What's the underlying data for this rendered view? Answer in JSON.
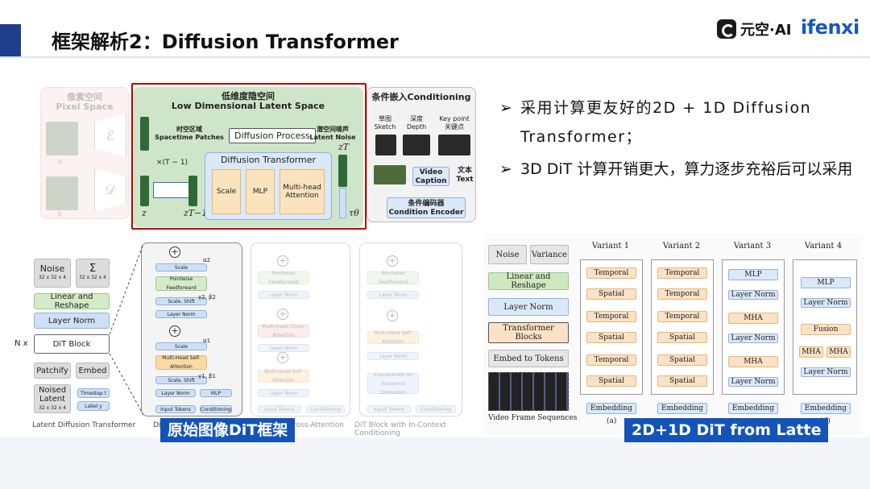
{
  "header": {
    "title": "框架解析2：Diffusion Transformer",
    "logo_brand": "元空·AI",
    "logo_ifenxi": "ifenxi"
  },
  "top_diagram": {
    "pixel_space_cn": "像素空间",
    "pixel_space_en": "Pixel Space",
    "x_label": "x",
    "x_hat_label": "x̃",
    "encoder_symbol": "ℰ",
    "decoder_symbol": "𝒟",
    "latent_cn": "低维度隐空间",
    "latent_en": "Low Dimensional Latent Space",
    "spacetime_cn": "时空区域",
    "spacetime_en": "Spacetime Patches",
    "diffusion_process": "Diffusion Process",
    "latent_noise_cn": "潜空间噪声",
    "latent_noise_en": "Latent Noise",
    "z_T": "zT",
    "times_label": "×(T − 1)",
    "dit_title": "Diffusion Transformer",
    "scale": "Scale",
    "mlp": "MLP",
    "mha": "Multi-head Attention",
    "z_label": "z",
    "z_T_minus_1": "zT−1",
    "tau_theta": "τθ",
    "cond_title": "条件嵌入Conditioning",
    "sketch_cn": "草图",
    "sketch_en": "Sketch",
    "depth_cn": "深度",
    "depth_en": "Depth",
    "keypoint_en": "Key point",
    "keypoint_cn": "关键点",
    "video_caption": "Video Caption",
    "text_cn": "文本",
    "text_en": "Text",
    "cond_encoder_cn": "条件编码器",
    "cond_encoder_en": "Condition Encoder"
  },
  "bullets": [
    "采用计算更友好的2D + 1D Diffusion Transformer；",
    "3D DiT 计算开销更大，算力逐步充裕后可以采用"
  ],
  "bottom_left": {
    "noise": "Noise",
    "noise_dim": "32 x 32 x 4",
    "sigma": "Σ",
    "sigma_dim": "32 x 32 x 4",
    "linear_reshape": "Linear and Reshape",
    "layer_norm": "Layer Norm",
    "n_x": "N x",
    "dit_block": "DiT Block",
    "patchify": "Patchify",
    "embed": "Embed",
    "noised_latent": "Noised Latent",
    "noised_dim": "32 x 32 x 4",
    "timestep": "Timestep t",
    "label_y": "Label y",
    "caption_ldt": "Latent Diffusion Transformer",
    "scale_top": "Scale",
    "pointwise_ff": "Pointwise Feedforward",
    "scale_shift_1": "Scale, Shift",
    "layer_norm_a": "Layer Norm",
    "scale_mid": "Scale",
    "mh_self_attn": "Multi-Head Self-Attention",
    "scale_shift_2": "Scale, Shift",
    "layer_norm_b": "Layer Norm",
    "mlp": "MLP",
    "input_tokens": "Input Tokens",
    "conditioning": "Conditioning",
    "alpha2": "α2",
    "gamma2beta2": "γ2, β2",
    "alpha1": "α1",
    "gamma1beta1": "γ1, β1",
    "caption_dit_prefix": "Di",
    "caption_cross": "ross-Attention",
    "caption_incontext": "DiT Block with In-Context Conditioning",
    "f_pointwise": "Pointwise Feedforward",
    "f_layer_norm": "Layer Norm",
    "f_cross_attn": "Multi-Head Cross-Attention",
    "f_self_attn": "Multi-Head Self-Attention",
    "f_input_tokens": "Input Tokens",
    "f_conditioning": "Conditioning",
    "f_concat": "Concatenate on Sequence Dimension",
    "tag": "原始图像DiT框架"
  },
  "bottom_right": {
    "noise": "Noise",
    "variance": "Variance",
    "linear_reshape": "Linear and Reshape",
    "layer_norm": "Layer Norm",
    "transformer_blocks": "Transformer Blocks",
    "embed_tokens": "Embed to Tokens",
    "video_frames": "Video Frame Sequences",
    "variant1": "Variant 1",
    "variant2": "Variant 2",
    "variant3": "Variant 3",
    "variant4": "Variant 4",
    "temporal": "Temporal",
    "spatial": "Spatial",
    "embedding": "Embedding",
    "mlp": "MLP",
    "layer_norm_v": "Layer Norm",
    "mha": "MHA",
    "fusion": "Fusion",
    "label_a": "(a)",
    "label_d": "(d)",
    "tag": "2D+1D DiT from Latte"
  }
}
